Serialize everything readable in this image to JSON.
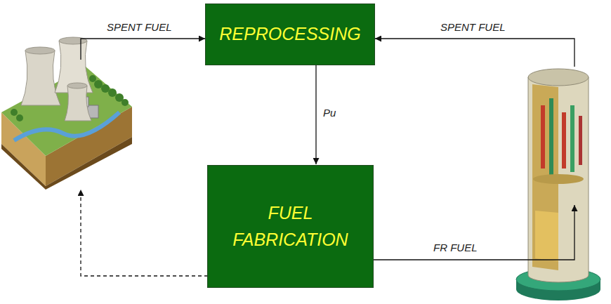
{
  "diagram": {
    "nodes": [
      {
        "text": [
          "REPROCESSING"
        ]
      },
      {
        "text": [
          "FUEL FABRICATION"
        ]
      }
    ],
    "edges": [
      {
        "from": 0,
        "to": 1,
        "label": "Pu",
        "arrow": "to"
      }
    ],
    "labels": [
      "SPENT FUEL",
      "SPENT FUEL",
      "FR FUEL"
    ]
  }
}
